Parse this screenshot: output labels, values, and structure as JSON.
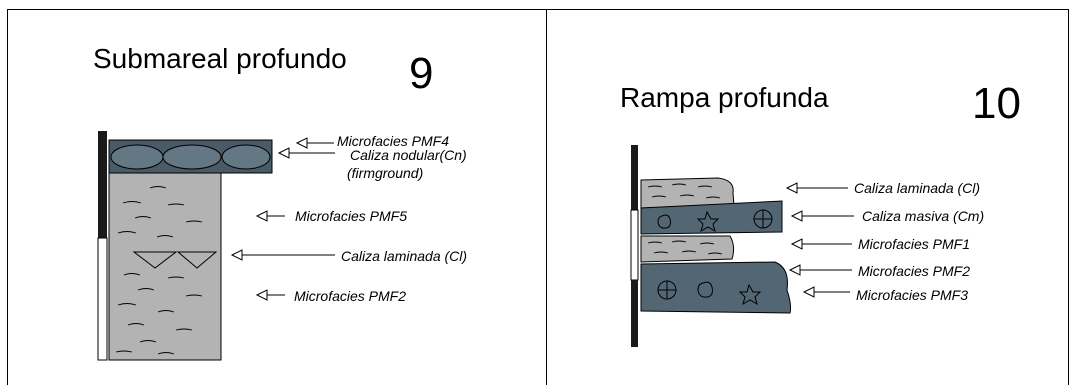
{
  "panels": [
    {
      "title": "Submareal profundo",
      "number": "9",
      "labels": [
        "Microfacies PMF4",
        "Caliza nodular(Cn)",
        "(firmground)",
        "Microfacies PMF5",
        "Caliza laminada (Cl)",
        "Microfacies PMF2"
      ]
    },
    {
      "title": "Rampa profunda",
      "number": "10",
      "labels": [
        "Caliza laminada (Cl)",
        "Caliza masiva (Cm)",
        "Microfacies PMF1",
        "Microfacies PMF2",
        "Microfacies PMF3"
      ]
    }
  ],
  "colors": {
    "nodular": "#4a5a67",
    "massive": "#536674",
    "laminated": "#b3b3b3",
    "column_bar": "#1a1a1a"
  }
}
